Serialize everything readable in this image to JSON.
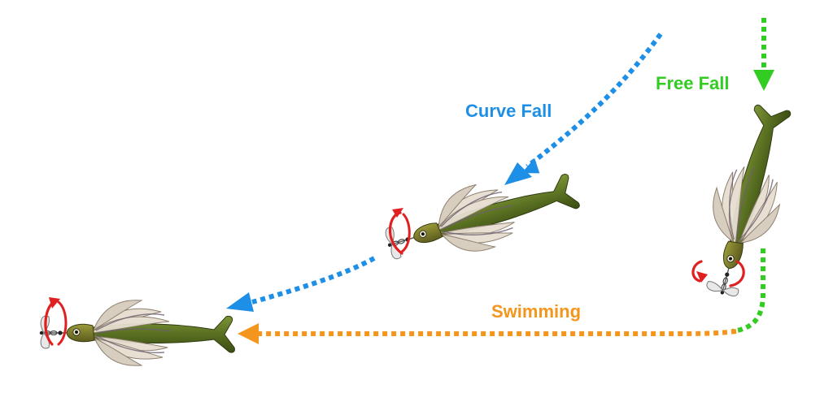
{
  "labels": {
    "free_fall": "Free Fall",
    "curve_fall": "Curve Fall",
    "swimming": "Swimming"
  },
  "colors": {
    "free_fall": "#33cc22",
    "curve_fall": "#1e8fe6",
    "swimming": "#f4961e",
    "blade_ring": "#e02020",
    "lure_body": "#5a7024",
    "skirt": "#d9d2c4",
    "background": "#ffffff"
  },
  "icons": [
    "spinner-bait-lure-icon",
    "blade-rotation-icon"
  ]
}
